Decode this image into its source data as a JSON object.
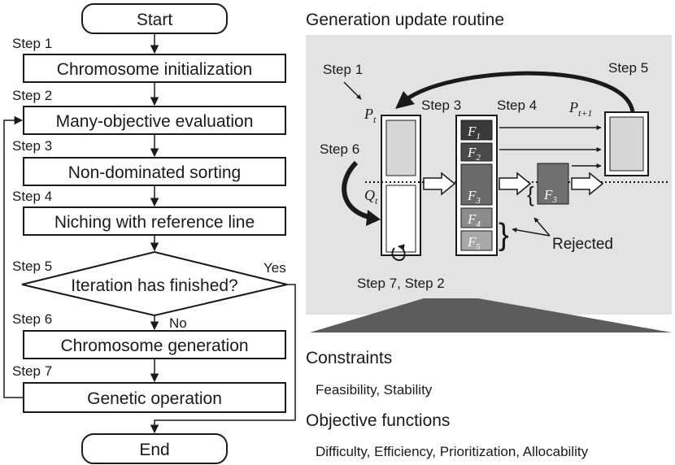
{
  "flowchart": {
    "start": "Start",
    "end": "End",
    "steps": [
      {
        "step": "Step 1",
        "label": "Chromosome initialization"
      },
      {
        "step": "Step 2",
        "label": "Many-objective evaluation"
      },
      {
        "step": "Step 3",
        "label": "Non-dominated sorting"
      },
      {
        "step": "Step 4",
        "label": "Niching with reference line"
      },
      {
        "step": "Step 5",
        "label": "Iteration has finished?"
      },
      {
        "step": "Step 6",
        "label": "Chromosome generation"
      },
      {
        "step": "Step 7",
        "label": "Genetic operation"
      }
    ],
    "yes_label": "Yes",
    "no_label": "No"
  },
  "routine": {
    "title": "Generation update routine",
    "step1": "Step 1",
    "step3": "Step 3",
    "step4": "Step 4",
    "step5": "Step 5",
    "step6": "Step 6",
    "step72": "Step 7, Step 2",
    "rejected": "Rejected",
    "pt": {
      "base": "P",
      "sub": "t"
    },
    "qt": {
      "base": "Q",
      "sub": "t"
    },
    "pt1": {
      "base": "P",
      "sub": "t+1"
    },
    "fronts": [
      {
        "base": "F",
        "sub": "1",
        "color": "#3a3a3a"
      },
      {
        "base": "F",
        "sub": "2",
        "color": "#4a4a4a"
      },
      {
        "base": "F",
        "sub": "3",
        "color": "#6a6a6a"
      },
      {
        "base": "F",
        "sub": "4",
        "color": "#8c8c8c"
      },
      {
        "base": "F",
        "sub": "5",
        "color": "#a8a8a8"
      }
    ],
    "selected_front": {
      "base": "F",
      "sub": "3",
      "color": "#707070"
    },
    "panel_color": "#e3e3e3"
  },
  "constraints": {
    "heading": "Constraints",
    "items": "Feasibility, Stability"
  },
  "objectives": {
    "heading": "Objective functions",
    "items": "Difficulty, Efficiency, Prioritization, Allocability"
  }
}
